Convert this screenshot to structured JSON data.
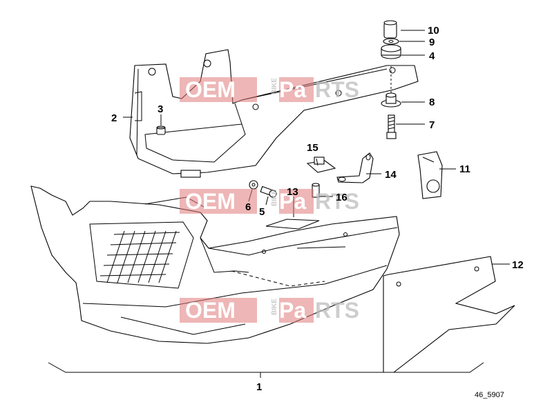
{
  "diagram": {
    "callouts": [
      {
        "id": "callout-1",
        "text": "1"
      },
      {
        "id": "callout-2",
        "text": "2"
      },
      {
        "id": "callout-3",
        "text": "3"
      },
      {
        "id": "callout-4",
        "text": "4"
      },
      {
        "id": "callout-5",
        "text": "5"
      },
      {
        "id": "callout-6",
        "text": "6"
      },
      {
        "id": "callout-7",
        "text": "7"
      },
      {
        "id": "callout-8",
        "text": "8"
      },
      {
        "id": "callout-9",
        "text": "9"
      },
      {
        "id": "callout-10",
        "text": "10"
      },
      {
        "id": "callout-11",
        "text": "11"
      },
      {
        "id": "callout-12",
        "text": "12"
      },
      {
        "id": "callout-13",
        "text": "13"
      },
      {
        "id": "callout-14",
        "text": "14"
      },
      {
        "id": "callout-15",
        "text": "15"
      },
      {
        "id": "callout-16",
        "text": "16"
      }
    ],
    "reference_number": "46_5907"
  },
  "watermark": {
    "left_text": "OEM",
    "small_text": "BIKE",
    "right_text_1": "Pa",
    "right_text_2": "RTS",
    "colors": {
      "red": "#e07a7a",
      "gray": "#bdbdbd"
    }
  }
}
